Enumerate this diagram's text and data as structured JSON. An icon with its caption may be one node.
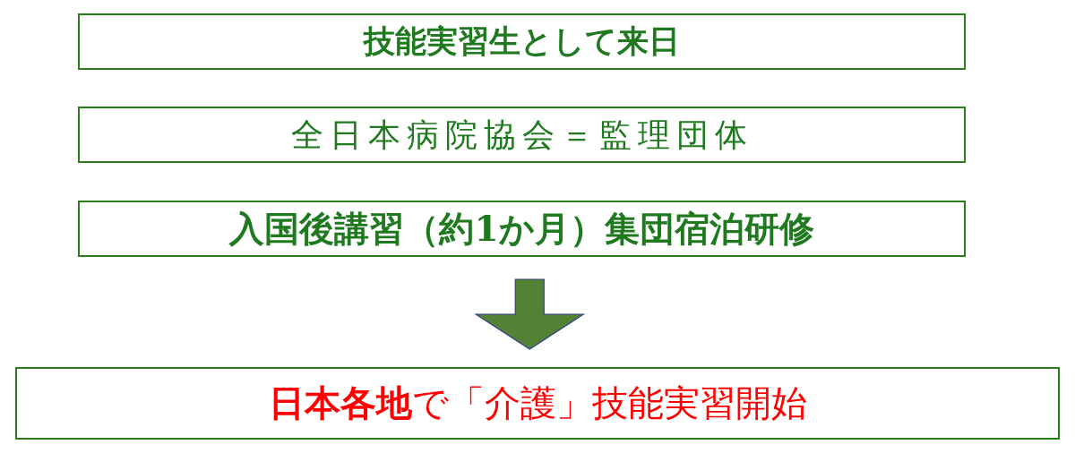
{
  "diagram": {
    "nodes": [
      {
        "text": [
          "技能実習生として来日"
        ]
      },
      {
        "text": [
          "全日本病院協会＝監理団体"
        ]
      },
      {
        "text": [
          "入国後講習（約1か月）集団宿泊研修"
        ]
      },
      {
        "text": [
          "**日本各地**で「介護」技能実習開始"
        ]
      }
    ],
    "edges": [
      {
        "from": 2,
        "to": 3,
        "arrow": "to"
      }
    ]
  }
}
